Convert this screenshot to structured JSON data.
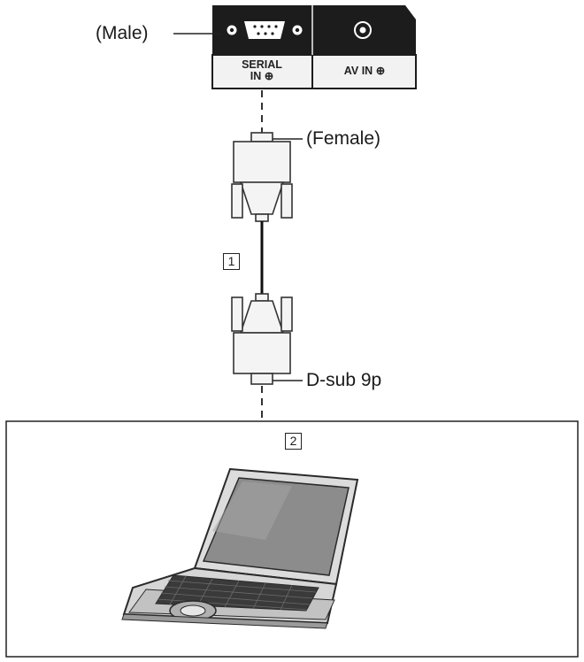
{
  "labels": {
    "male": "(Male)",
    "female": "(Female)",
    "dsub": "D-sub 9p",
    "cable_number": "1",
    "computer_number": "2"
  },
  "panel": {
    "serial_line1": "SERIAL",
    "serial_line2": "IN",
    "av_in": "AV IN"
  },
  "colors": {
    "panel_dark": "#1c1c1c",
    "panel_light": "#f2f2f2",
    "line": "#222222"
  }
}
